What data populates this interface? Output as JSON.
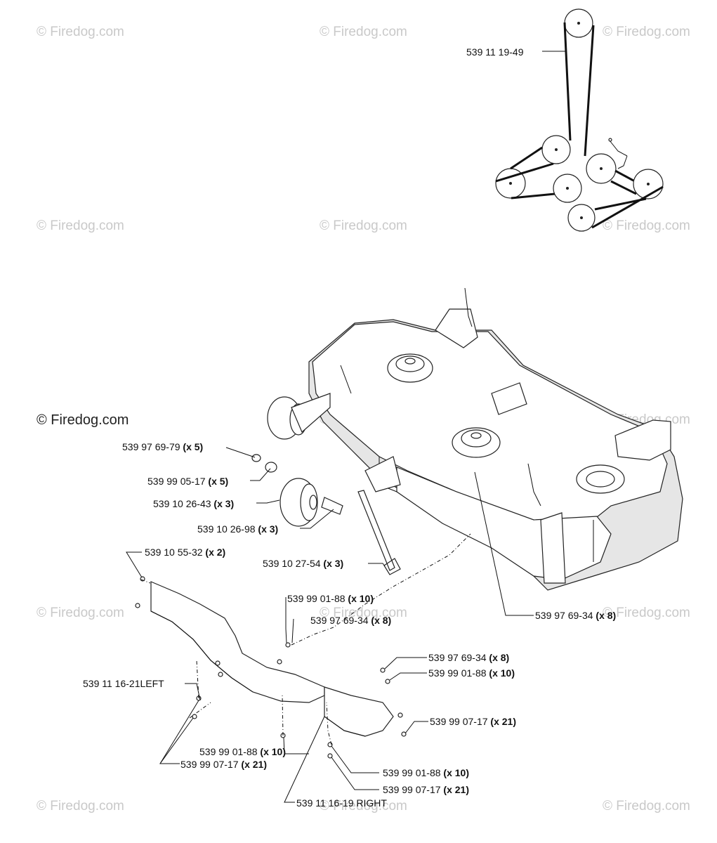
{
  "watermark": {
    "text": "© Firedog.com",
    "main_text": "© Firedog.com"
  },
  "labels": {
    "belt": "539 11 19-49",
    "nut": {
      "part": "539 97 69-79",
      "qty": "(x 5)"
    },
    "washer": {
      "part": "539 99 05-17",
      "qty": "(x 5)"
    },
    "wheel": {
      "part": "539 10 26-43",
      "qty": "(x 3)"
    },
    "spacer": {
      "part": "539 10 26-98",
      "qty": "(x 3)"
    },
    "axle_bolt": {
      "part": "539 10 27-54",
      "qty": "(x 3)"
    },
    "clip": {
      "part": "539 10 55-32",
      "qty": "(x 2)"
    },
    "washer_top": {
      "part": "539 99 01-88",
      "qty": "(x 10)"
    },
    "nut_top": {
      "part": "539 97 69-34",
      "qty": "(x 8)"
    },
    "nut_deck": {
      "part": "539 97 69-34",
      "qty": "(x 8)"
    },
    "left_shield": "539 11 16-21LEFT",
    "nut_right": {
      "part": "539 97 69-34",
      "qty": "(x 8)"
    },
    "washer_right": {
      "part": "539 99 01-88",
      "qty": "(x 10)"
    },
    "bolt_right": {
      "part": "539 99 07-17",
      "qty": "(x 21)"
    },
    "washer_bottom_left": {
      "part": "539 99 01-88",
      "qty": "(x 10)"
    },
    "bolt_bottom_left": {
      "part": "539 99 07-17",
      "qty": "(x 21)"
    },
    "washer_bottom_mid": {
      "part": "539 99 01-88",
      "qty": "(x 10)"
    },
    "bolt_bottom_mid": {
      "part": "539 99 07-17",
      "qty": "(x 21)"
    },
    "right_shield": "539 11 16-19 RIGHT"
  }
}
